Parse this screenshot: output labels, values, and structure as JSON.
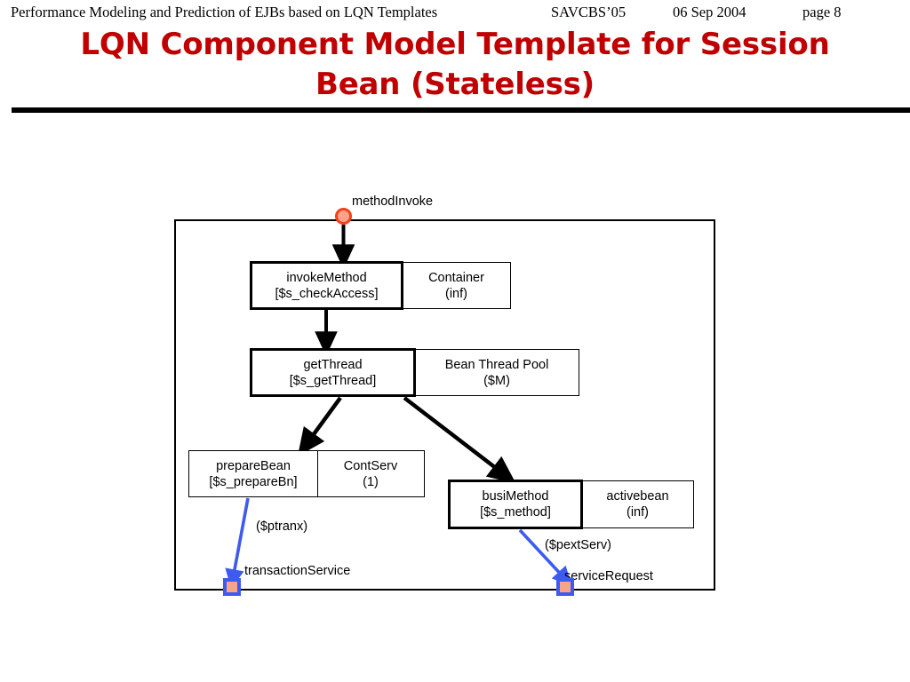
{
  "header": {
    "paper_title": "Performance Modeling and Prediction of EJBs based on LQN Templates",
    "venue": "SAVCBS’05",
    "date": "06 Sep 2004",
    "page": "page 8"
  },
  "title": {
    "line1": "LQN Component Model Template for Session",
    "line2": "Bean (Stateless)",
    "color": "#c00000"
  },
  "diagram": {
    "boundary_name": "component-boundary",
    "entry_point": {
      "label": "methodInvoke",
      "marker": "entry-dot",
      "fill": "#f9a488",
      "stroke": "#f2401b"
    },
    "nodes": [
      {
        "id": "invokeMethod",
        "entry_name": "invokeMethod",
        "entry_demand": "[$s_checkAccess]",
        "task_name": "Container",
        "task_multiplicity": "(inf)",
        "emphasis": "thick"
      },
      {
        "id": "getThread",
        "entry_name": "getThread",
        "entry_demand": "[$s_getThread]",
        "task_name": "Bean Thread Pool",
        "task_multiplicity": "($M)",
        "emphasis": "thick"
      },
      {
        "id": "prepareBean",
        "entry_name": "prepareBean",
        "entry_demand": "[$s_prepareBn]",
        "task_name": "ContServ",
        "task_multiplicity": "(1)",
        "emphasis": "thin"
      },
      {
        "id": "busiMethod",
        "entry_name": "busiMethod",
        "entry_demand": "[$s_method]",
        "task_name": "activebean",
        "task_multiplicity": "(inf)",
        "emphasis": "thick"
      }
    ],
    "external_calls": [
      {
        "id": "transactionService",
        "rate_label": "($ptranx)",
        "port_label": "transactionService",
        "color": "#3d5bf0",
        "marker_fill": "#f9a488"
      },
      {
        "id": "serviceRequest",
        "rate_label": "($pextServ)",
        "port_label": "serviceRequest",
        "color": "#3d5bf0",
        "marker_fill": "#f9a488"
      }
    ],
    "internal_arrow_color": "#000000"
  }
}
